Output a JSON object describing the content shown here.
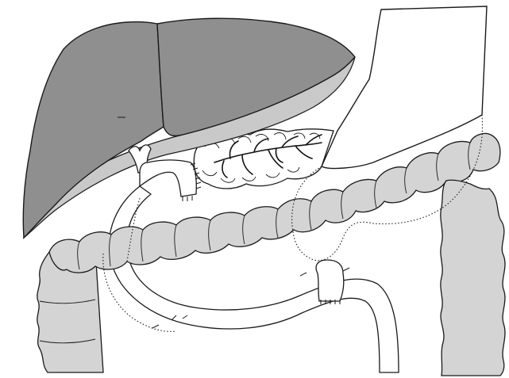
{
  "illustration": {
    "colors": {
      "background": "#ffffff",
      "outline": "#1a1a1a",
      "liver_fill": "#8f8f8f",
      "liver_underside": "#c9c9c9",
      "colon_fill": "#d4d4d4",
      "pancreas_fill": "#ffffff",
      "vessel_stroke": "#111111"
    },
    "structures": [
      {
        "name": "liver",
        "lobes": 2
      },
      {
        "name": "stomach"
      },
      {
        "name": "pancreatic-remnant"
      },
      {
        "name": "transverse-colon"
      },
      {
        "name": "ascending-colon"
      },
      {
        "name": "descending-colon"
      },
      {
        "name": "common-bile-duct"
      },
      {
        "name": "hepaticojejunostomy-limb"
      },
      {
        "name": "gastrojejunostomy"
      },
      {
        "name": "jejunal-loop"
      }
    ]
  }
}
